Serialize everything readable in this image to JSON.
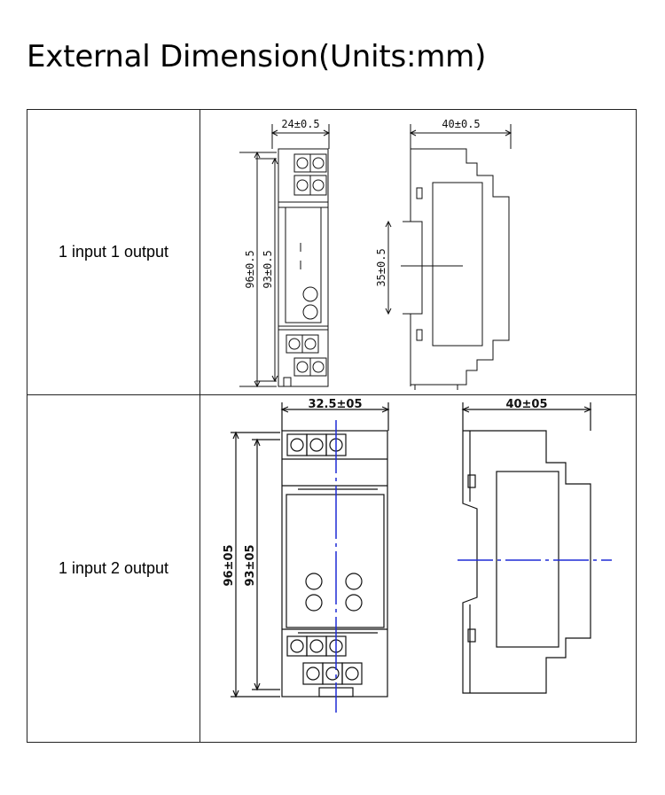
{
  "title": "External Dimension(Units:mm)",
  "rows": [
    {
      "label": "1 input 1 output",
      "dims": {
        "width": "24±0.5",
        "depth": "40±0.5",
        "height_outer": "96±0.5",
        "height_inner": "93±0.5",
        "rail": "35±0.5"
      }
    },
    {
      "label": "1 input 2 output",
      "dims": {
        "width": "32.5±05",
        "depth": "40±05",
        "height_outer": "96±05",
        "height_inner": "93±05"
      }
    }
  ],
  "colors": {
    "line": "#111111",
    "centerline": "#1f2bd6",
    "border": "#222222"
  }
}
